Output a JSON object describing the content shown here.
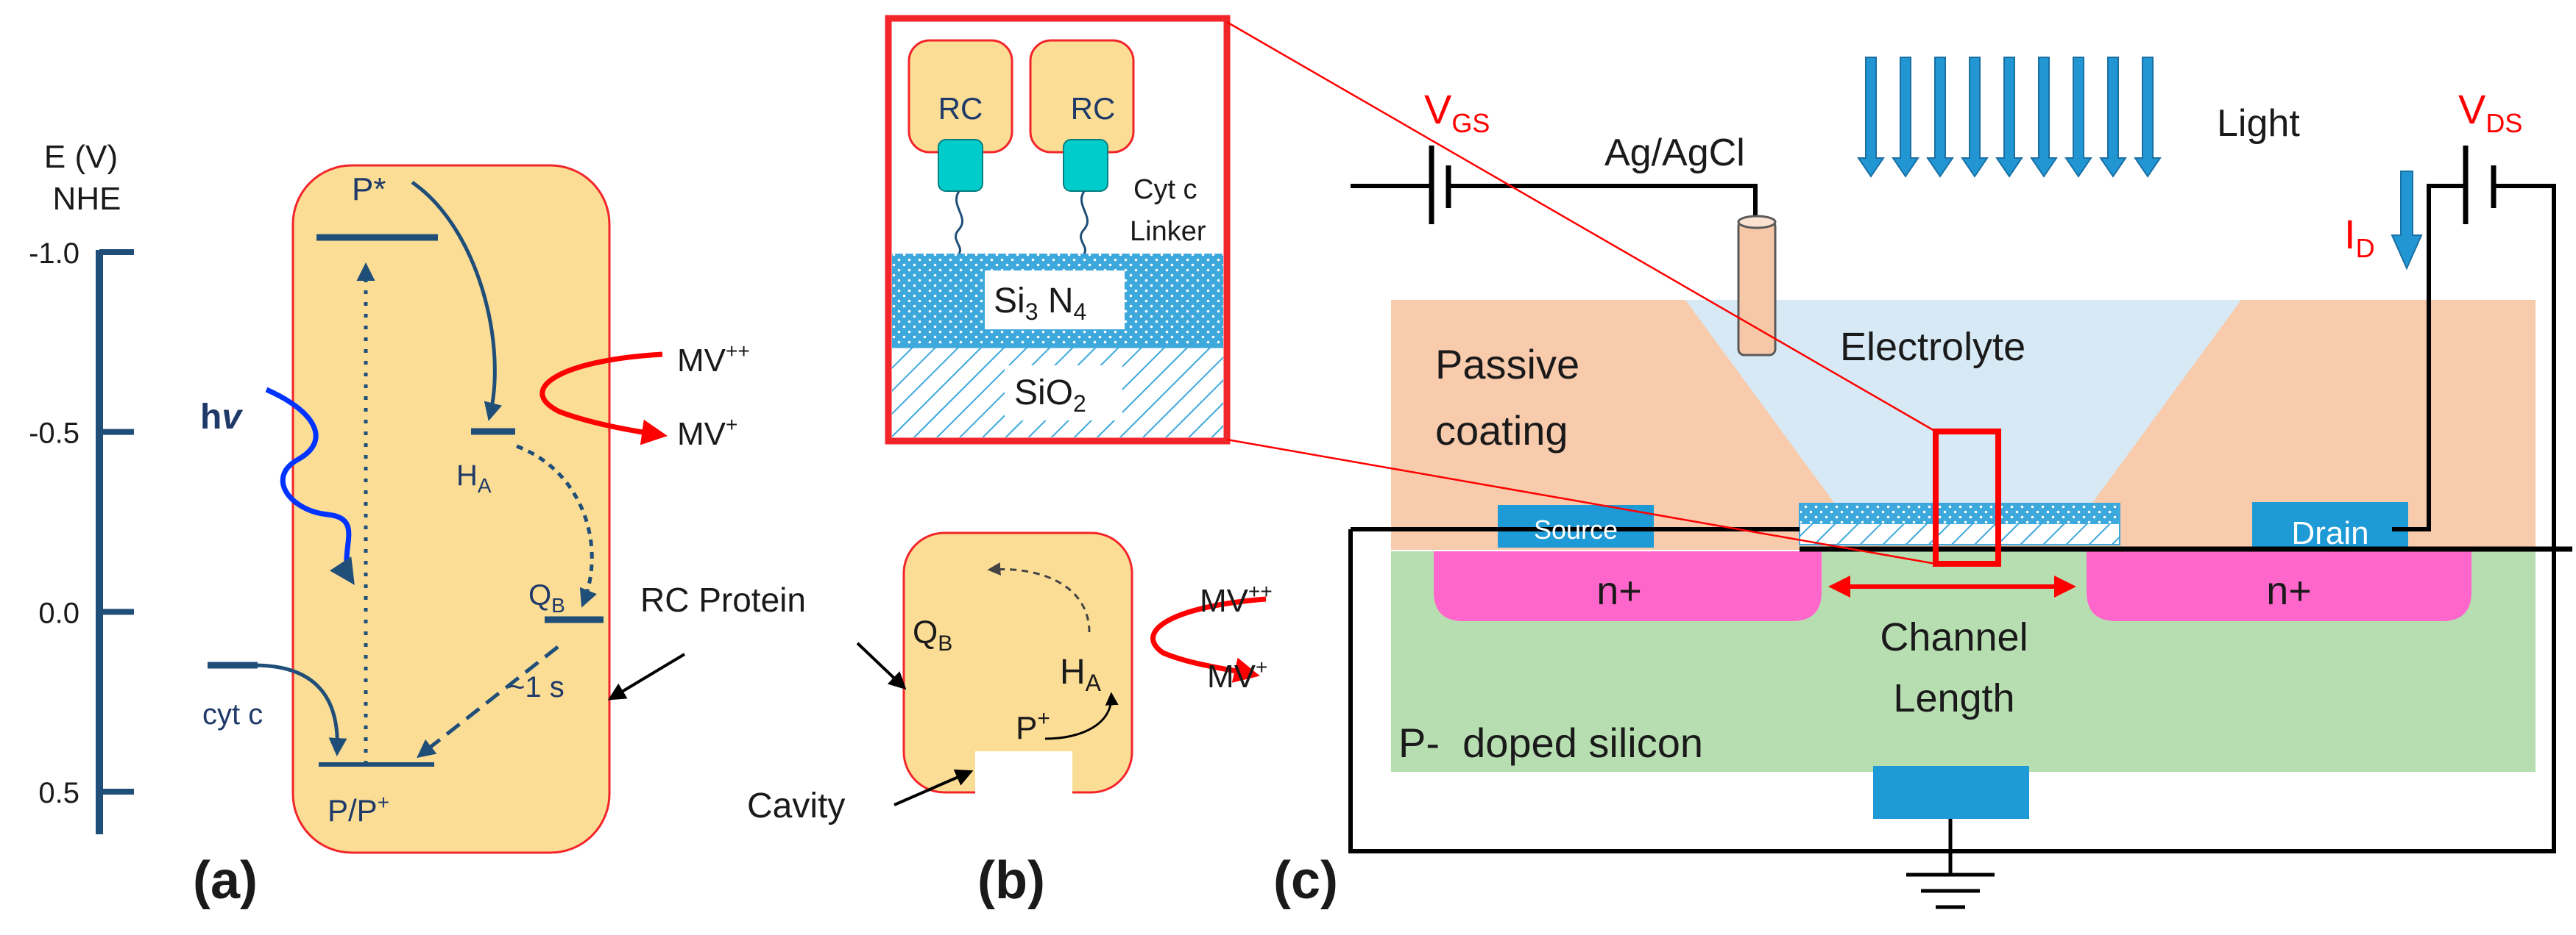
{
  "colors": {
    "protein_fill": "#FBDD96",
    "protein_stroke": "#F2252A",
    "level_navy": "#1F4E79",
    "red": "#FF0000",
    "coating": "#F8CBAD",
    "electrolyte": "#D6E9F5",
    "silicon": "#B7DEB1",
    "nplus": "#FF66CC",
    "contact_blue": "#1E9AD6",
    "cyt_c": "#00CCCC",
    "nitride": "#3DA8DC",
    "wire": "#000000"
  },
  "panel_a": {
    "axis_title_1": "E (V)",
    "axis_title_2": "NHE",
    "ticks": [
      {
        "label": "-1.0",
        "value": -1.0
      },
      {
        "label": "-0.5",
        "value": -0.5
      },
      {
        "label": "0.0",
        "value": 0.0
      },
      {
        "label": "0.5",
        "value": 0.5
      }
    ],
    "labels": {
      "p_star": "P*",
      "h_a": "H",
      "h_a_sub": "A",
      "q_b": "Q",
      "q_b_sub": "B",
      "p_pplus": "P/P",
      "p_pplus_sup": "+",
      "cyt_c": "cyt c",
      "hv_h": "h",
      "hv_v": "v",
      "mv_pp": "MV",
      "mv_pp_sup": "++",
      "mv_p": "MV",
      "mv_p_sup": "+",
      "time": "~1 s",
      "rc_protein": "RC Protein",
      "panel": "(a)"
    }
  },
  "panel_b": {
    "q_b": "Q",
    "q_b_sub": "B",
    "h_a": "H",
    "h_a_sub": "A",
    "p_plus": "P",
    "p_plus_sup": "+",
    "mv_pp": "MV",
    "mv_pp_sup": "++",
    "mv_p": "MV",
    "mv_p_sup": "+",
    "cavity": "Cavity",
    "panel": "(b)"
  },
  "inset": {
    "rc_1": "RC",
    "rc_2": "RC",
    "cyt_c": "Cyt c",
    "linker": "Linker",
    "si3n4_a": "Si",
    "si3n4_sub": "3",
    "si3n4_b": " N",
    "si3n4_sub2": "4",
    "sio2_a": "SiO",
    "sio2_sub": "2"
  },
  "panel_c": {
    "vgs": "V",
    "vgs_sub": "GS",
    "vds": "V",
    "vds_sub": "DS",
    "id": "I",
    "id_sub": "D",
    "ag_agcl": "Ag/AgCl",
    "light": "Light",
    "electrolyte": "Electrolyte",
    "passive_1": "Passive",
    "passive_2": "coating",
    "source": "Source",
    "drain": "Drain",
    "nplus_left": "n+",
    "nplus_right": "n+",
    "channel_1": "Channel",
    "channel_2": "Length",
    "p_doped": "P-  doped silicon",
    "panel": "(c)"
  }
}
